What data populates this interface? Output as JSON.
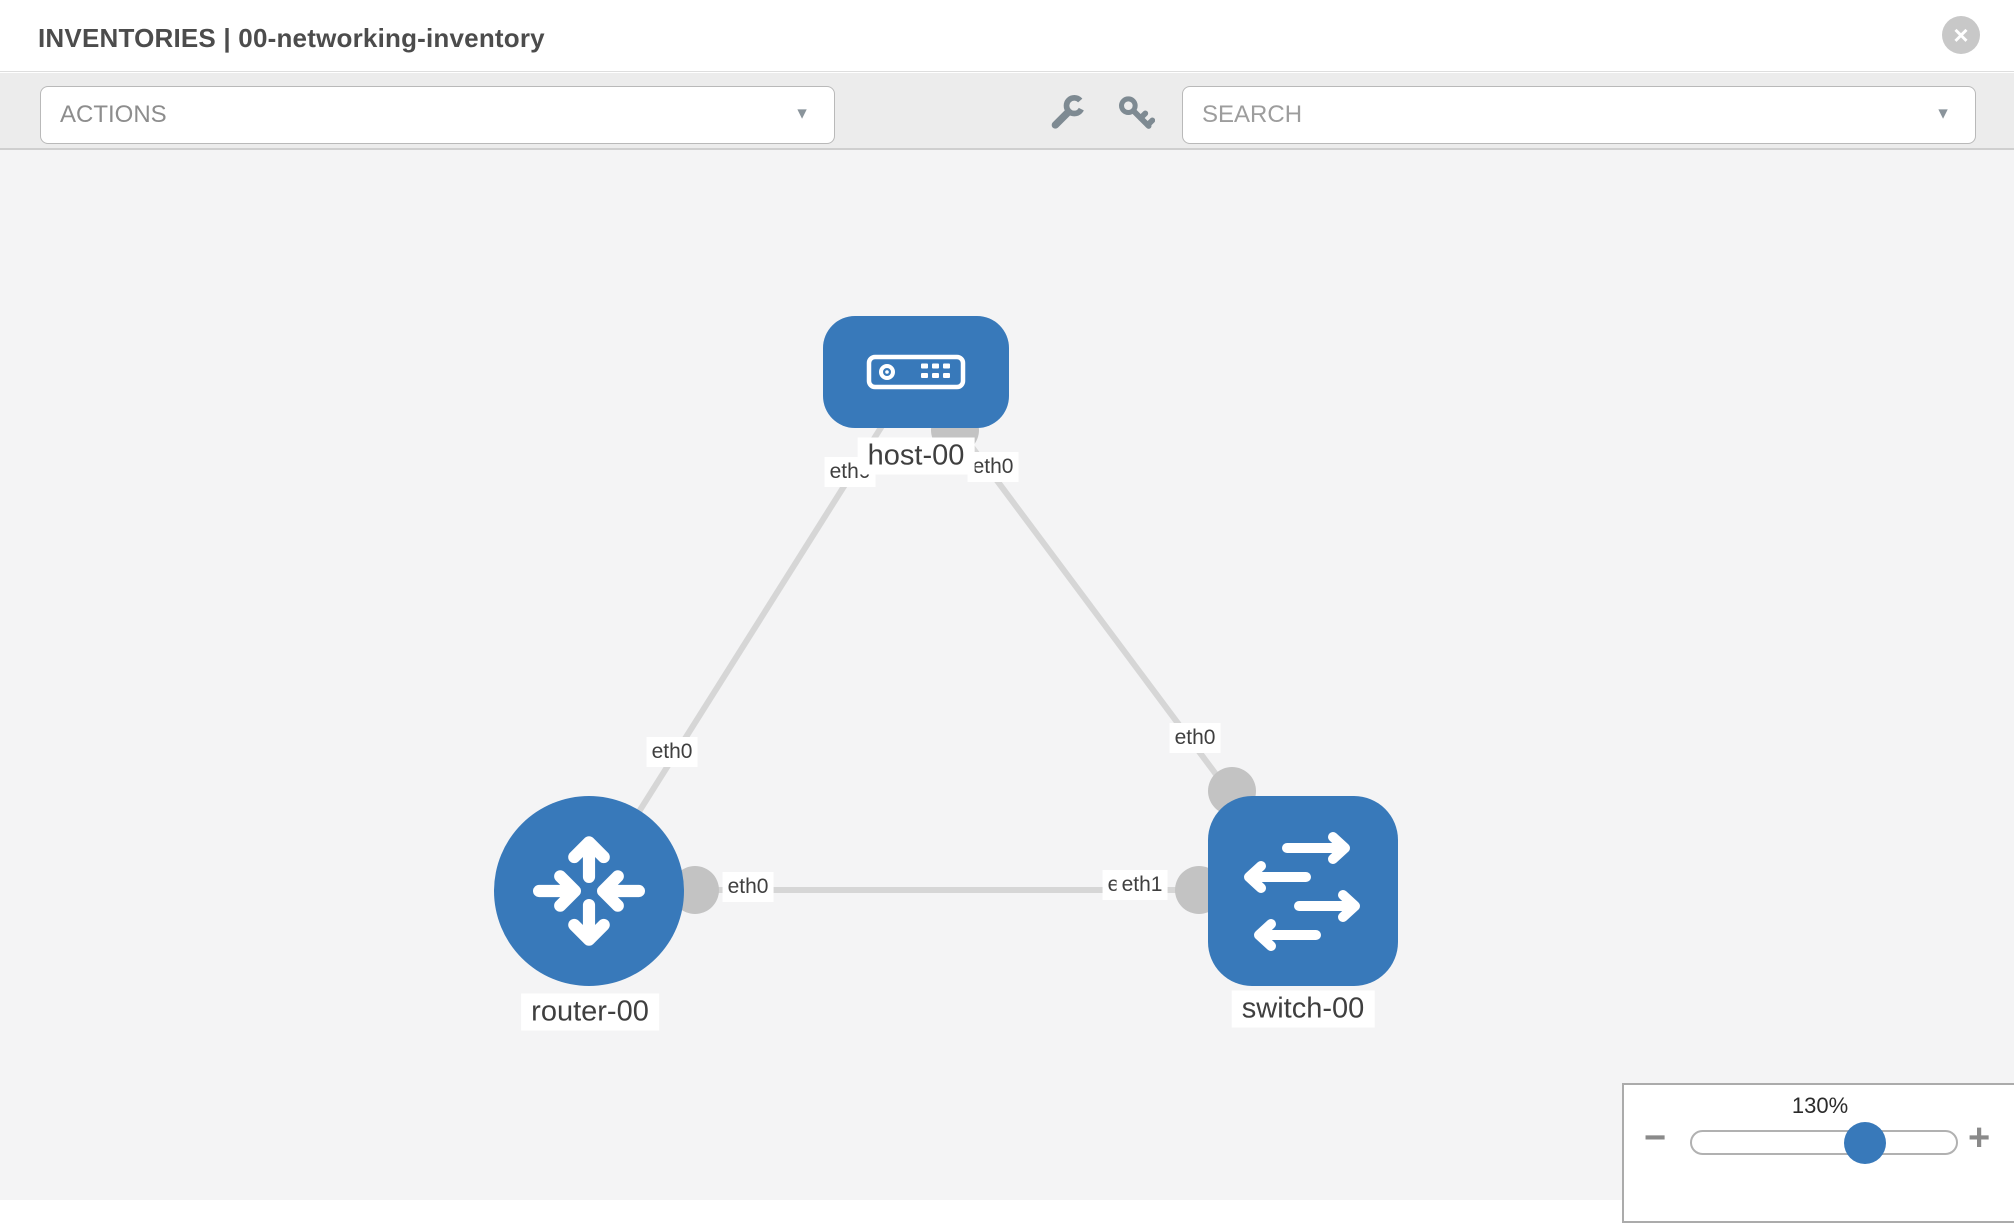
{
  "header": {
    "title": "INVENTORIES | 00-networking-inventory",
    "close_label": "×"
  },
  "toolbar": {
    "actions": {
      "label": "ACTIONS",
      "caret": "▼"
    },
    "search": {
      "placeholder": "SEARCH",
      "caret": "▼"
    },
    "tools": [
      {
        "name": "wrench"
      },
      {
        "name": "key"
      }
    ]
  },
  "topology": {
    "nodes": [
      {
        "label": "host-00",
        "type": "host"
      },
      {
        "label": "router-00",
        "type": "router"
      },
      {
        "label": "switch-00",
        "type": "switch"
      }
    ],
    "links": [
      {
        "source": "host-00",
        "target": "router-00",
        "source_interface": "eth0",
        "target_interface": "eth0"
      },
      {
        "source": "host-00",
        "target": "switch-00",
        "source_interface": "eth0",
        "target_interface": "eth0"
      },
      {
        "source": "router-00",
        "target": "switch-00",
        "source_interface": "eth0",
        "target_interface": "eth1"
      }
    ],
    "interface_labels": {
      "host_end_to_router": "eth0",
      "host_end_to_switch": "eth0",
      "router_end_to_host": "eth0",
      "switch_end_to_host": "eth0",
      "router_end_to_switch": "eth0",
      "switch_end_to_router_hidden": "eth0",
      "switch_end_to_router": "eth1"
    }
  },
  "zoom_control": {
    "level": "130%",
    "percent": 130,
    "minus": "−",
    "plus": "+"
  },
  "colors": {
    "node_blue": "#3879ba",
    "link_gray": "#d6d6d6",
    "port_gray": "#c3c3c3",
    "canvas_bg": "#f4f4f5",
    "toolbar_bg": "#ececec"
  }
}
